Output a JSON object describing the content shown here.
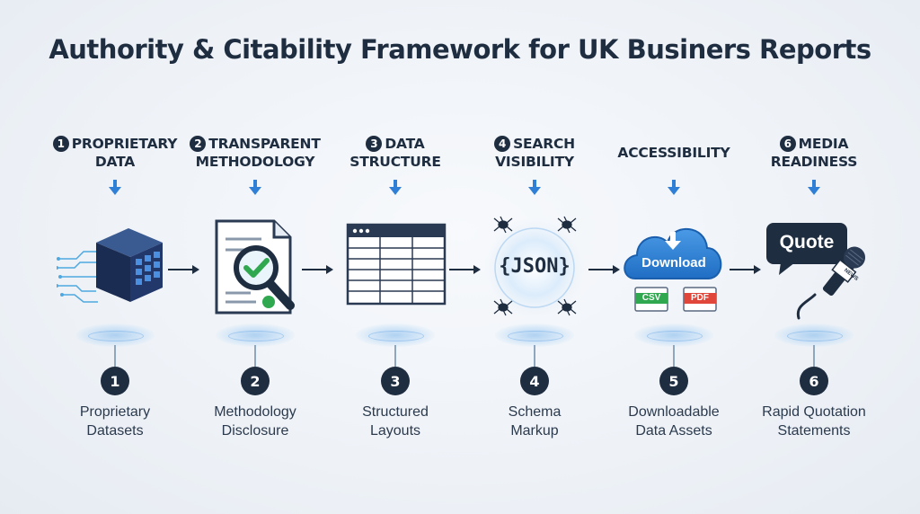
{
  "title": "Authority & Citability Framework for UK Businers Reports",
  "colors": {
    "navy": "#1f2d40",
    "blue": "#2f7fd6",
    "green": "#2fa84f",
    "red": "#e0473a"
  },
  "steps": [
    {
      "head_num": "1",
      "head_line1": "PROPRIETARY",
      "head_line2": "DATA",
      "num": "1",
      "label_line1": "Proprietary",
      "label_line2": "Datasets",
      "icon": "data-cube-icon"
    },
    {
      "head_num": "2",
      "head_line1": "TRANSPARENT",
      "head_line2": "METHODOLOGY",
      "num": "2",
      "label_line1": "Methodology",
      "label_line2": "Disclosure",
      "icon": "magnifier-document-icon"
    },
    {
      "head_num": "3",
      "head_line1": "DATA",
      "head_line2": "STRUCTURE",
      "num": "3",
      "label_line1": "Structured",
      "label_line2": "Layouts",
      "icon": "table-layout-icon"
    },
    {
      "head_num": "4",
      "head_line1": "SEARCH",
      "head_line2": "VISIBILITY",
      "num": "4",
      "label_line1": "Schema",
      "label_line2": "Markup",
      "icon": "json-spiders-icon",
      "icon_text": "{JSON}"
    },
    {
      "head_num": "",
      "head_line1": "ACCESSIBILITY",
      "head_line2": "",
      "num": "5",
      "label_line1": "Downloadable",
      "label_line2": "Data Assets",
      "icon": "cloud-download-icon",
      "icon_text": "Download",
      "file1": "CSV",
      "file2": "PDF"
    },
    {
      "head_num": "6",
      "head_line1": "MEDIA",
      "head_line2": "READINESS",
      "num": "6",
      "label_line1": "Rapid Quotation",
      "label_line2": "Statements",
      "icon": "quote-microphone-icon",
      "icon_text": "Quote",
      "mic_tag": "NEWS"
    }
  ]
}
